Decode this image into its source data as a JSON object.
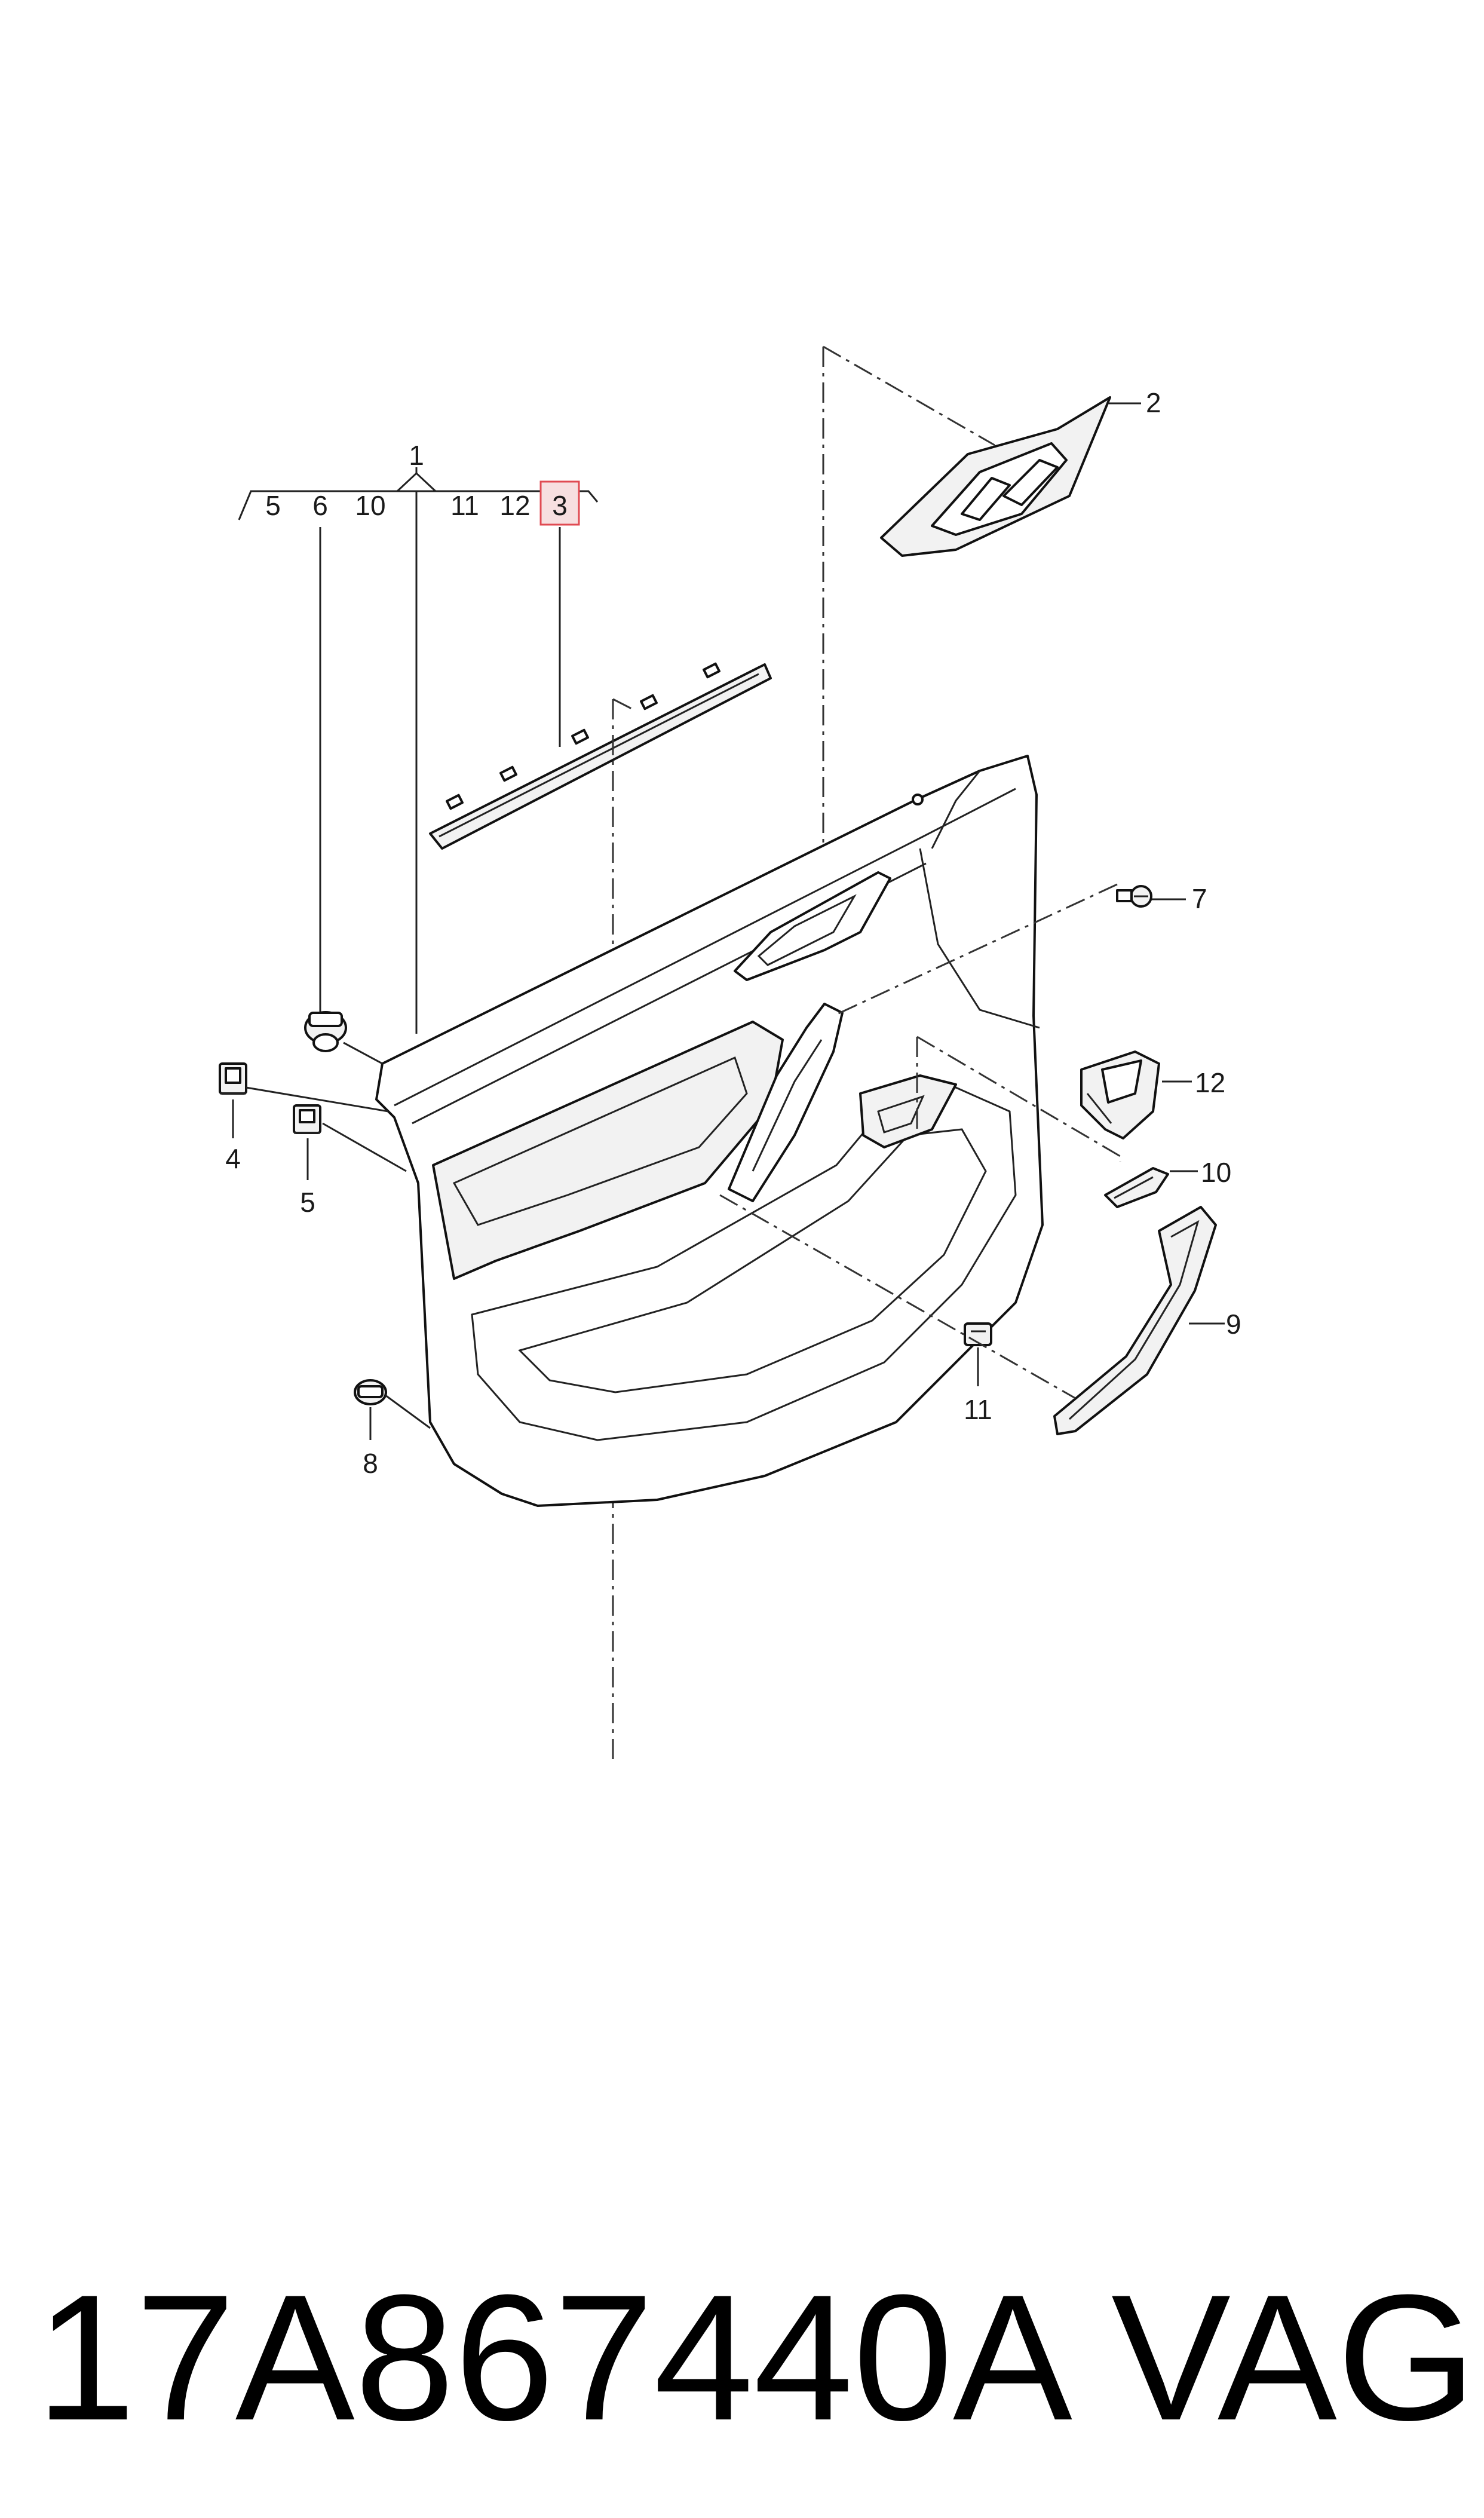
{
  "diagram": {
    "group_label": "1",
    "group_items": [
      "5",
      "6",
      "10",
      "11",
      "12",
      "3"
    ],
    "highlighted_callout": "3",
    "callouts": {
      "c2": "2",
      "c4": "4",
      "c5": "5",
      "c7": "7",
      "c8": "8",
      "c9": "9",
      "c10": "10",
      "c11": "11",
      "c12": "12"
    },
    "accent_color": "#e04a52"
  },
  "footer": {
    "part_number": "17A867440A",
    "brand": "VAG"
  }
}
